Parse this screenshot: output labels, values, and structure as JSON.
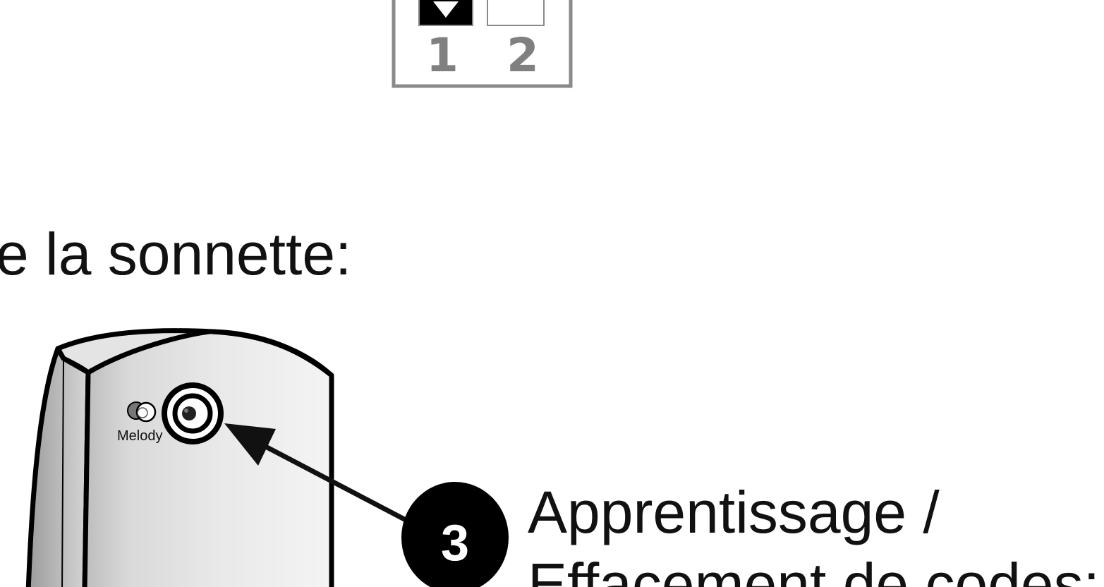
{
  "dip_switch": {
    "switch_1_label": "1",
    "switch_2_label": "2",
    "switch_1_state": "on",
    "switch_2_state": "off"
  },
  "heading": {
    "text": "e la sonnette:"
  },
  "device": {
    "button_label": "Melody"
  },
  "callout": {
    "step_number": "3",
    "line_1": "Apprentissage /",
    "line_2": "Effacement de codes:"
  },
  "colors": {
    "ink": "#111111",
    "frame_gray": "#8a8a8a",
    "number_gray": "#808080",
    "switch_fill": "#000000",
    "body_light": "#f0f0f0",
    "body_dark": "#c8c8c8"
  }
}
